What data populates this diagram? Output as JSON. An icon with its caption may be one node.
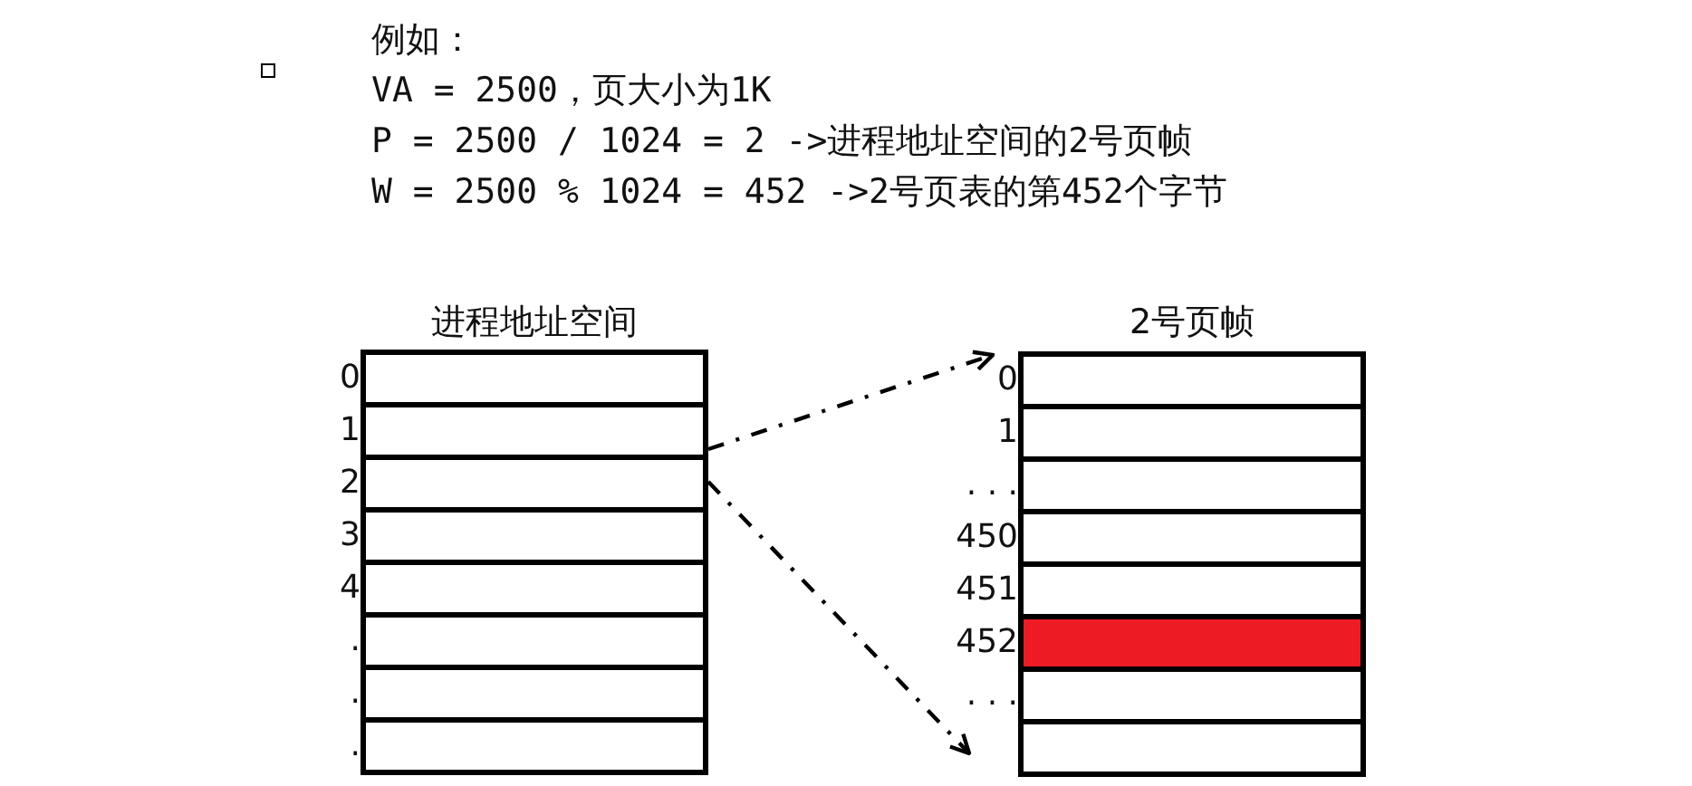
{
  "diagram": {
    "nodes": [
      {
        "text": [
          "进程地址空间"
        ]
      },
      {
        "text": [],
        "shape": "box",
        "in": 0,
        "beside": [
          "0"
        ]
      },
      {
        "text": [],
        "shape": "box",
        "in": 0,
        "beside": [
          "1"
        ]
      },
      {
        "text": [],
        "shape": "box",
        "in": 0,
        "beside": [
          "2"
        ]
      },
      {
        "text": [],
        "shape": "box",
        "in": 0,
        "beside": [
          "3"
        ]
      },
      {
        "text": [],
        "shape": "box",
        "in": 0,
        "beside": [
          "4"
        ]
      },
      {
        "text": [],
        "shape": "box",
        "in": 0,
        "beside": [
          "."
        ]
      },
      {
        "text": [],
        "shape": "box",
        "in": 0,
        "beside": [
          "."
        ]
      },
      {
        "text": [],
        "shape": "box",
        "in": 0,
        "beside": [
          "."
        ]
      },
      {
        "text": [
          "2号页帧"
        ]
      },
      {
        "text": [],
        "shape": "box",
        "in": 9,
        "beside": [
          "0"
        ]
      },
      {
        "text": [],
        "shape": "box",
        "in": 9,
        "beside": [
          "1"
        ]
      },
      {
        "text": [],
        "shape": "box",
        "in": 9,
        "beside": [
          ". . ."
        ]
      },
      {
        "text": [],
        "shape": "box",
        "in": 9,
        "beside": [
          "450"
        ]
      },
      {
        "text": [],
        "shape": "box",
        "in": 9,
        "beside": [
          "451"
        ]
      },
      {
        "text": [],
        "shape": "box",
        "in": 9,
        "beside": [
          "452"
        ]
      },
      {
        "text": [],
        "shape": "box",
        "in": 9,
        "beside": [
          ". . ."
        ]
      },
      {
        "text": [],
        "shape": "box",
        "in": 9
      }
    ],
    "edges": [
      {
        "from": 3,
        "to": 10,
        "arrow": "to",
        "style": "dashed"
      },
      {
        "from": 3,
        "to": 17,
        "arrow": "to",
        "style": "dashed"
      }
    ],
    "labels": [
      "例如：",
      "VA = 2500，页大小为1K",
      "P = 2500 / 1024 = 2 ->进程地址空间的2号页帧",
      "W = 2500 % 1024 = 452 ->2号页表的第452个字节"
    ]
  }
}
